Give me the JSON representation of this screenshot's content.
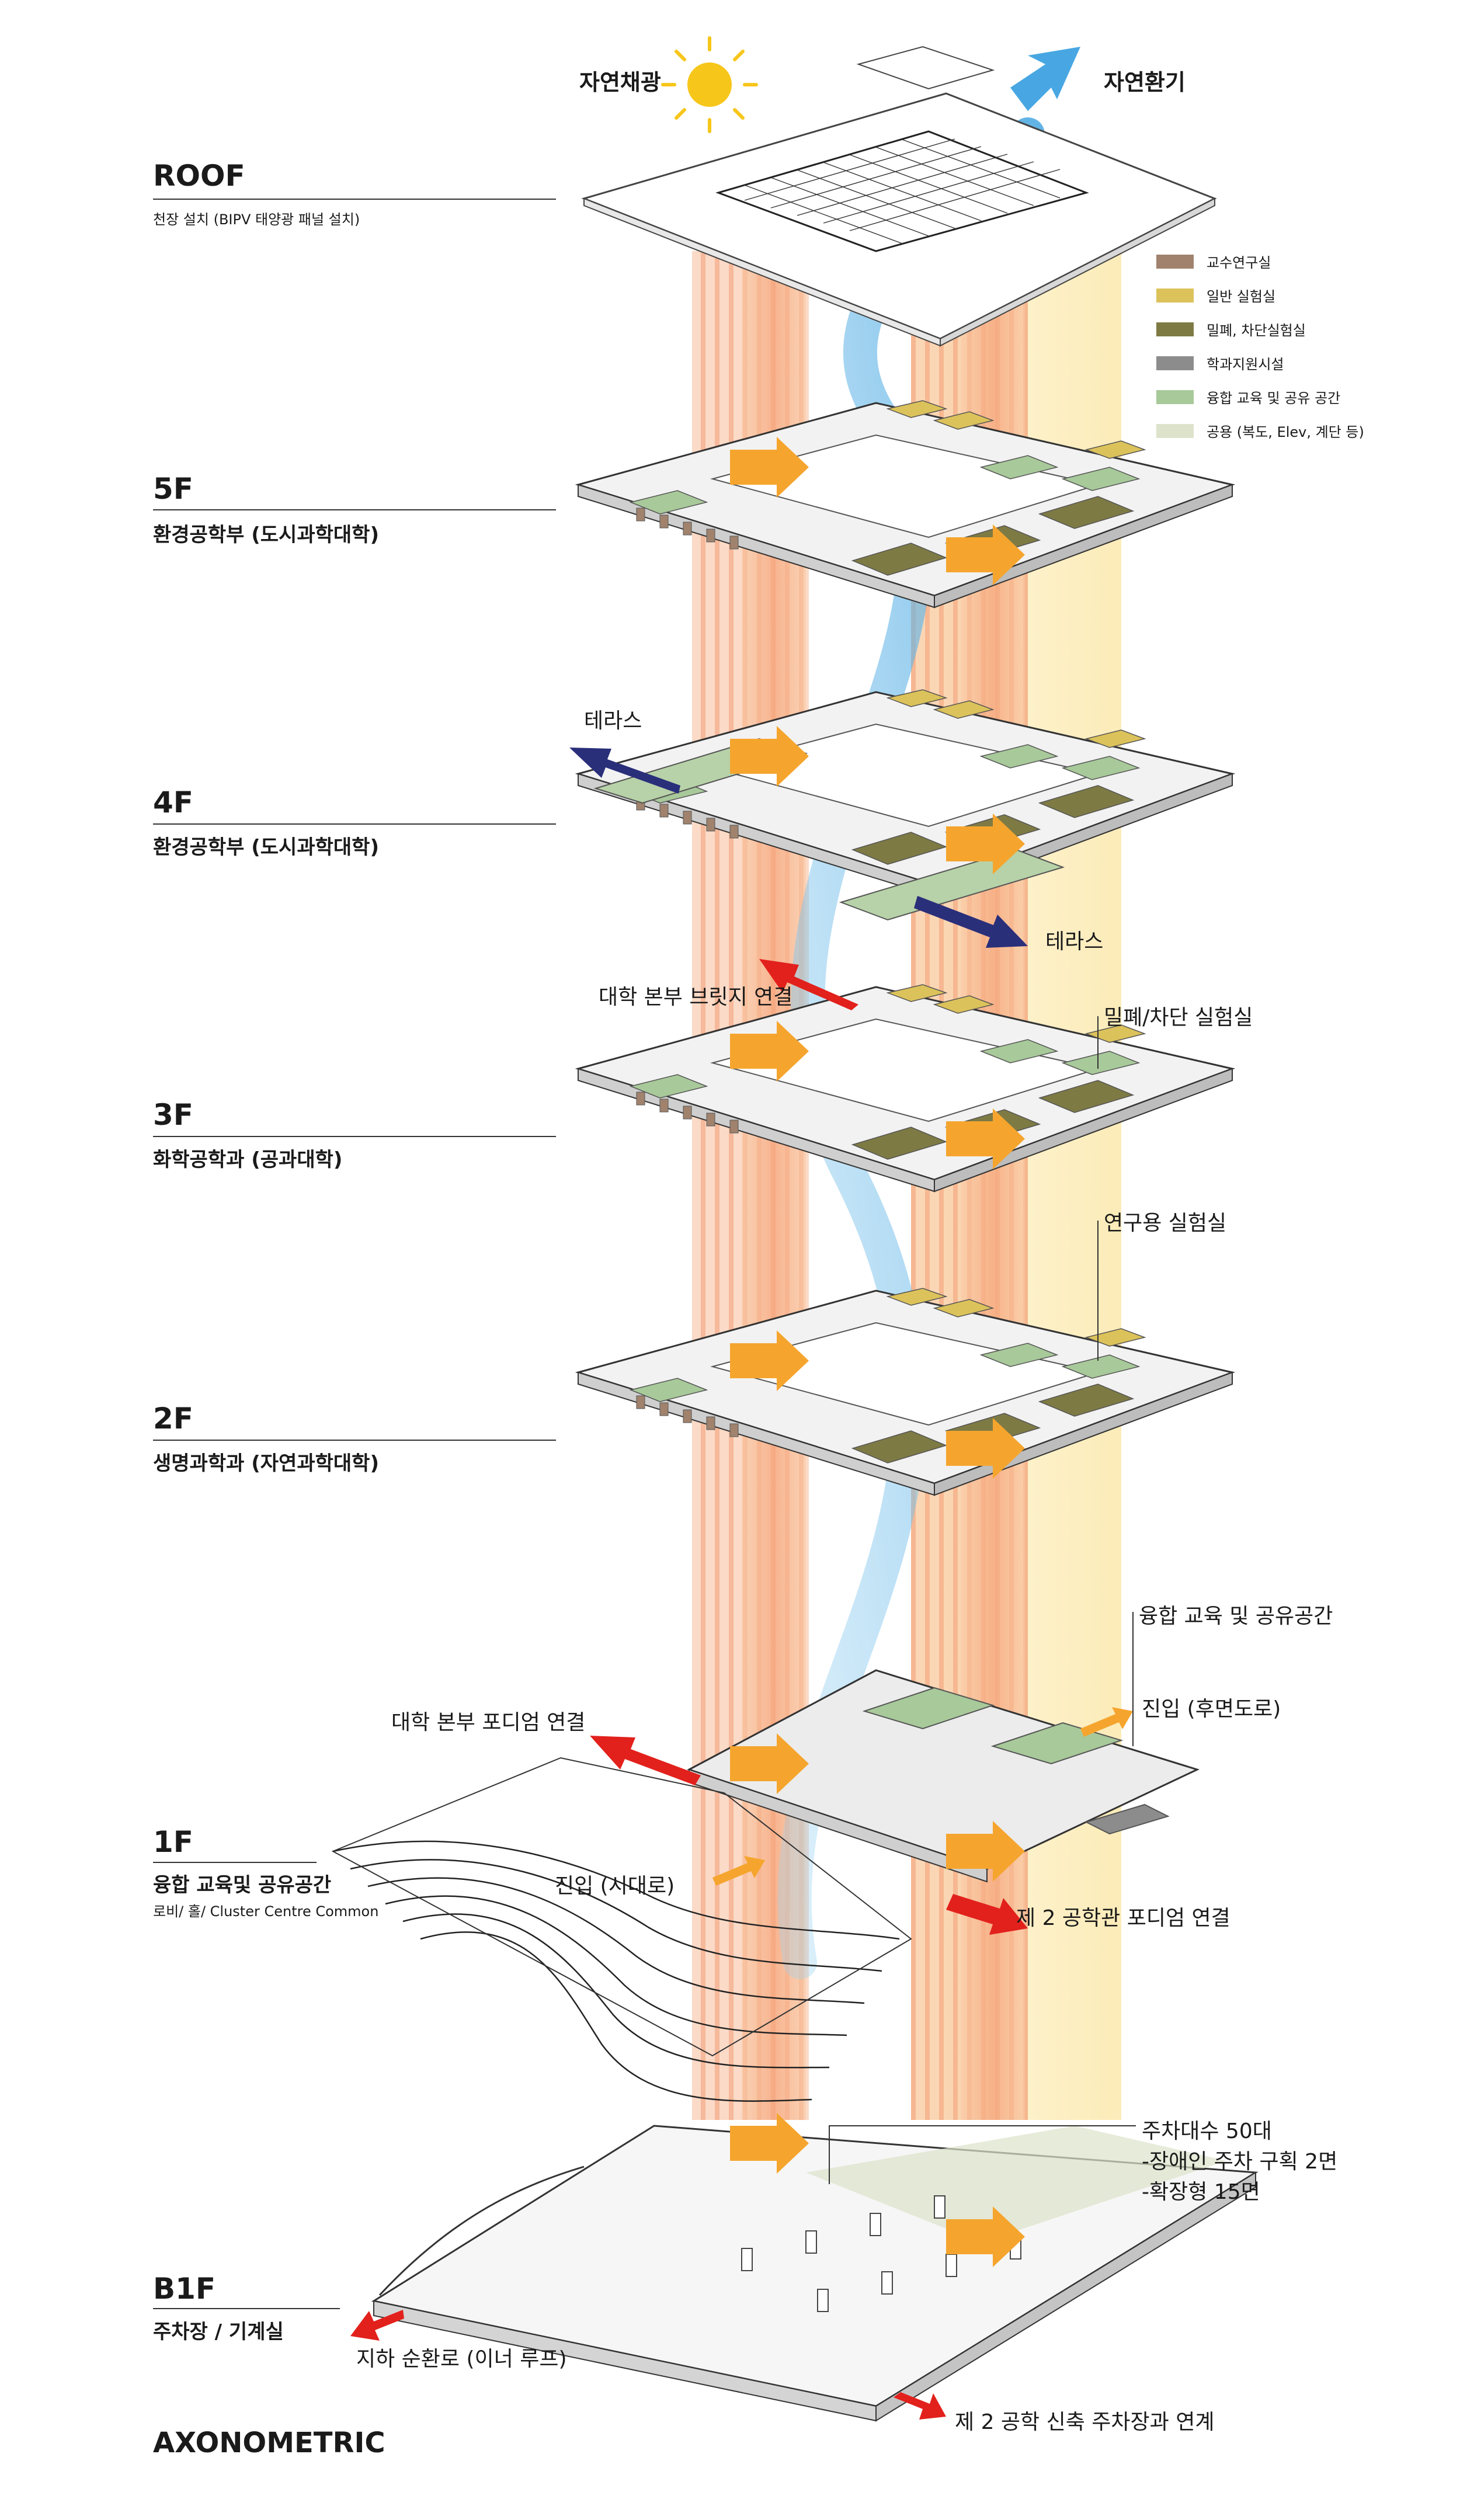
{
  "header": {
    "daylight": "자연채광",
    "ventilation": "자연환기"
  },
  "legend": [
    {
      "label": "교수연구실",
      "color": "#a0826d"
    },
    {
      "label": "일반 실험실",
      "color": "#dcc25a"
    },
    {
      "label": "밀폐, 차단실험실",
      "color": "#7e7a44"
    },
    {
      "label": "학과지원시설",
      "color": "#8c8c8c"
    },
    {
      "label": "융합 교육 및 공유 공간",
      "color": "#a8c99a"
    },
    {
      "label": "공용 (복도, Elev, 계단 등)",
      "color": "#dde3cb"
    }
  ],
  "floors": [
    {
      "id": "roof",
      "name": "ROOF",
      "desc": "천장 설치 (BIPV 태양광 패널 설치)"
    },
    {
      "id": "5f",
      "name": "5F",
      "desc": "환경공학부 (도시과학대학)"
    },
    {
      "id": "4f",
      "name": "4F",
      "desc": "환경공학부 (도시과학대학)"
    },
    {
      "id": "3f",
      "name": "3F",
      "desc": "화학공학과 (공과대학)"
    },
    {
      "id": "2f",
      "name": "2F",
      "desc": "생명과학과 (자연과학대학)"
    },
    {
      "id": "1f",
      "name": "1F",
      "desc": "융합 교육및 공유공간",
      "note": "로비/ 홀/ Cluster Centre Common"
    },
    {
      "id": "b1f",
      "name": "B1F",
      "desc": "주차장 / 기계실"
    }
  ],
  "callouts": {
    "terrace_left": "테라스",
    "terrace_right": "테라스",
    "bridge": "대학 본부 브릿지 연결",
    "sealed_lab": "밀폐/차단 실험실",
    "research_lab": "연구용 실험실",
    "shared_space": "융합 교육 및 공유공간",
    "podium_hq": "대학 본부 포디엄 연결",
    "entry_rear": "진입 (후면도로)",
    "entry_city": "진입 (시대로)",
    "podium_eng2": "제 2 공학관 포디엄 연결",
    "parking_count": "주차대수 50대",
    "parking_disabled": "-장애인 주차 구획 2면",
    "parking_ext": "-확장형 15면",
    "loop": "지하 순환로 (이너 루프)",
    "parking_link": "제 2 공학 신축 주차장과 연계"
  },
  "footer": {
    "title": "AXONOMETRIC"
  },
  "colors": {
    "core_orange": "#f7b58a",
    "core_yellow": "#fbe7a6",
    "arrow_orange": "#f5a52e",
    "arrow_red": "#e2211c",
    "arrow_navy": "#2a2f7a",
    "air_blue": "#7cc3ea",
    "sun": "#f7c61a"
  }
}
